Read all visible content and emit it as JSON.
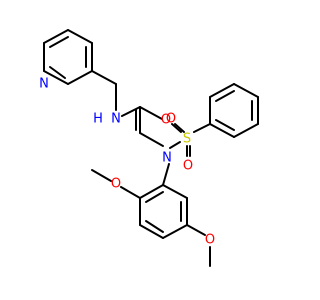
{
  "molecule": {
    "colors": {
      "bond": "#000000",
      "N": "#0000ff",
      "O": "#ff0000",
      "S": "#c8c800",
      "background": "#ffffff"
    },
    "atom_labels": {
      "pyridine_n": "N",
      "amide_nh": "N\nH",
      "carbonyl_o": "O",
      "sulfonamide_n": "N",
      "sulfur": "S",
      "sulfonyl_o_left": "O",
      "sulfonyl_o_bottom": "O",
      "methoxy_o_top": "O",
      "methoxy_o_bottom": "O"
    }
  }
}
